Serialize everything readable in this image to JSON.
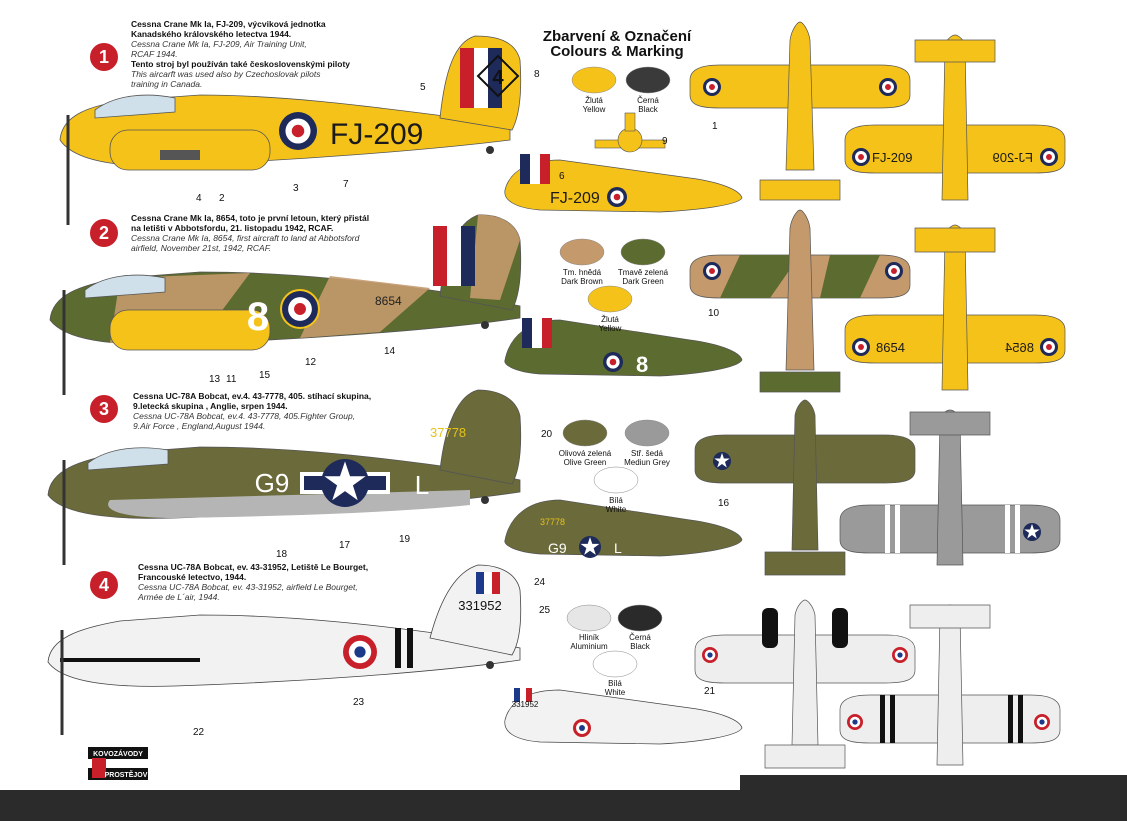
{
  "heading": {
    "line1": "Zbarvení & Označení",
    "line2": "Colours & Marking"
  },
  "variants": [
    {
      "number": "1",
      "cz_line1": "Cessna Crane Mk Ia, FJ-209, výcviková jednotka",
      "cz_line2": "Kanadského královského letectva 1944.",
      "en_line1": "Cessna Crane Mk Ia, FJ-209, Air Training Unit,",
      "en_line2": "RCAF 1944.",
      "cz_line3": "Tento stroj byl používán také československými piloty",
      "en_line3": "This aircarft was used also by Czechoslovak pilots",
      "en_line4": "training in Canada."
    },
    {
      "number": "2",
      "cz_line1": "Cessna Crane Mk Ia, 8654, toto je první letoun, který přistál",
      "cz_line2": "na letišti v Abbotsfordu, 21. listopadu 1942, RCAF.",
      "en_line1": "Cessna Crane Mk Ia, 8654, first aircraft to land at Abbotsford",
      "en_line2": "airfield, November 21st, 1942, RCAF."
    },
    {
      "number": "3",
      "cz_line1": "Cessna UC-78A Bobcat, ev.4. 43-7778, 405. stíhací skupina,",
      "cz_line2": "9.letecká skupina , Anglie, srpen 1944.",
      "en_line1": "Cessna UC-78A Bobcat, ev.4. 43-7778, 405.Fighter Group,",
      "en_line2": "9.Air Force , England,August  1944."
    },
    {
      "number": "4",
      "cz_line1": "Cessna UC-78A Bobcat, ev. 43-31952, Letiště Le Bourget,",
      "cz_line2": "Francouské letectvo, 1944.",
      "en_line1": "Cessna UC-78A Bobcat, ev. 43-31952, airfield Le Bourget,",
      "en_line2": "Armée de L´air, 1944."
    }
  ],
  "markings": {
    "fj209": "FJ-209",
    "fj209_reversed": "FJ-209",
    "code_4": "4",
    "code_8": "8",
    "serial_8654": "8654",
    "serial_37778": "37778",
    "g9": "G9",
    "l": "L",
    "serial_331952": "331952"
  },
  "colour_chips": [
    {
      "cz": "Žlutá",
      "en": "Yellow",
      "hex": "#f5c21a"
    },
    {
      "cz": "Černá",
      "en": "Black",
      "hex": "#3a3a3a"
    },
    {
      "cz": "Tm. hnědá",
      "en": "Dark Brown",
      "hex": "#c49a6c"
    },
    {
      "cz": "Tmavě zelená",
      "en": "Dark Green",
      "hex": "#5c6b30"
    },
    {
      "cz": "Žlutá",
      "en": "Yellow",
      "hex": "#f5c21a"
    },
    {
      "cz": "Olivová zelená",
      "en": "Olive  Green",
      "hex": "#6b6a3a"
    },
    {
      "cz": "Stř. šedá",
      "en": "Mediun Grey",
      "hex": "#9a9a9a"
    },
    {
      "cz": "Bílá",
      "en": "White",
      "hex": "#ffffff"
    },
    {
      "cz": "Hliník",
      "en": "Aluminium",
      "hex": "#e6e6e6"
    },
    {
      "cz": "Černá",
      "en": "Black",
      "hex": "#2a2a2a"
    },
    {
      "cz": "Bílá",
      "en": "White",
      "hex": "#ffffff"
    }
  ],
  "callouts": [
    "1",
    "2",
    "3",
    "4",
    "5",
    "6",
    "7",
    "8",
    "9",
    "10",
    "11",
    "12",
    "13",
    "14",
    "15",
    "16",
    "17",
    "18",
    "19",
    "20",
    "21",
    "22",
    "23",
    "24",
    "25"
  ],
  "logo": {
    "top": "KOVOZÁVODY",
    "bottom": "PROSTĚJOV"
  },
  "colors": {
    "yellow": "#f5c21a",
    "rcaf_blue": "#1d2a5a",
    "red": "#c8202a",
    "olive": "#6b6a3a",
    "grey": "#9a9a9a",
    "aluminium": "#eeeeee"
  }
}
